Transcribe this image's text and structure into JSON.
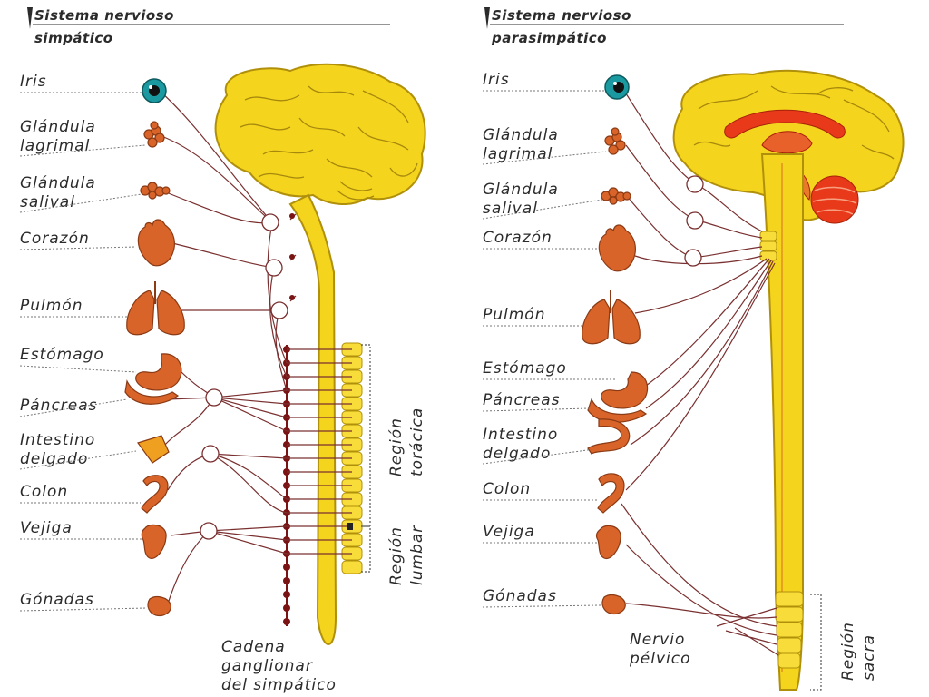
{
  "colors": {
    "brain": "#f5d41e",
    "organ": "#d9642a",
    "nerve": "#7a3030",
    "chain": "#7a1414",
    "eye": "#1a9aa0",
    "limbic": "#e83a1a"
  },
  "sympathetic": {
    "title_line1": "Sistema nervioso",
    "title_line2": "simpático",
    "organs": [
      {
        "label_1": "Iris",
        "label_2": "",
        "icon": "eye-icon"
      },
      {
        "label_1": "Glándula",
        "label_2": "lagrimal",
        "icon": "gland-icon"
      },
      {
        "label_1": "Glándula",
        "label_2": "salival",
        "icon": "gland-icon"
      },
      {
        "label_1": "Corazón",
        "label_2": "",
        "icon": "heart-icon"
      },
      {
        "label_1": "Pulmón",
        "label_2": "",
        "icon": "lungs-icon"
      },
      {
        "label_1": "Estómago",
        "label_2": "",
        "icon": "stomach-icon"
      },
      {
        "label_1": "Páncreas",
        "label_2": "",
        "icon": "pancreas-icon"
      },
      {
        "label_1": "Intestino",
        "label_2": "delgado",
        "icon": "intestine-icon"
      },
      {
        "label_1": "Colon",
        "label_2": "",
        "icon": "colon-icon"
      },
      {
        "label_1": "Vejiga",
        "label_2": "",
        "icon": "bladder-icon"
      },
      {
        "label_1": "Gónadas",
        "label_2": "",
        "icon": "gonads-icon"
      }
    ],
    "region_thoracic_1": "Región",
    "region_thoracic_2": "torácica",
    "region_lumbar_1": "Región",
    "region_lumbar_2": "lumbar",
    "chain_label_1": "Cadena",
    "chain_label_2": "ganglionar",
    "chain_label_3": "del simpático"
  },
  "parasympathetic": {
    "title_line1": "Sistema nervioso",
    "title_line2": "parasimpático",
    "organs": [
      {
        "label_1": "Iris",
        "label_2": "",
        "icon": "eye-icon"
      },
      {
        "label_1": "Glándula",
        "label_2": "lagrimal",
        "icon": "gland-icon"
      },
      {
        "label_1": "Glándula",
        "label_2": "salival",
        "icon": "gland-icon"
      },
      {
        "label_1": "Corazón",
        "label_2": "",
        "icon": "heart-icon"
      },
      {
        "label_1": "Pulmón",
        "label_2": "",
        "icon": "lungs-icon"
      },
      {
        "label_1": "Estómago",
        "label_2": "",
        "icon": "stomach-icon"
      },
      {
        "label_1": "Páncreas",
        "label_2": "",
        "icon": "pancreas-icon"
      },
      {
        "label_1": "Intestino",
        "label_2": "delgado",
        "icon": "intestine-icon"
      },
      {
        "label_1": "Colon",
        "label_2": "",
        "icon": "colon-icon"
      },
      {
        "label_1": "Vejiga",
        "label_2": "",
        "icon": "bladder-icon"
      },
      {
        "label_1": "Gónadas",
        "label_2": "",
        "icon": "gonads-icon"
      }
    ],
    "nerve_label_1": "Nervio",
    "nerve_label_2": "pélvico",
    "region_sacral_1": "Región",
    "region_sacral_2": "sacra"
  }
}
